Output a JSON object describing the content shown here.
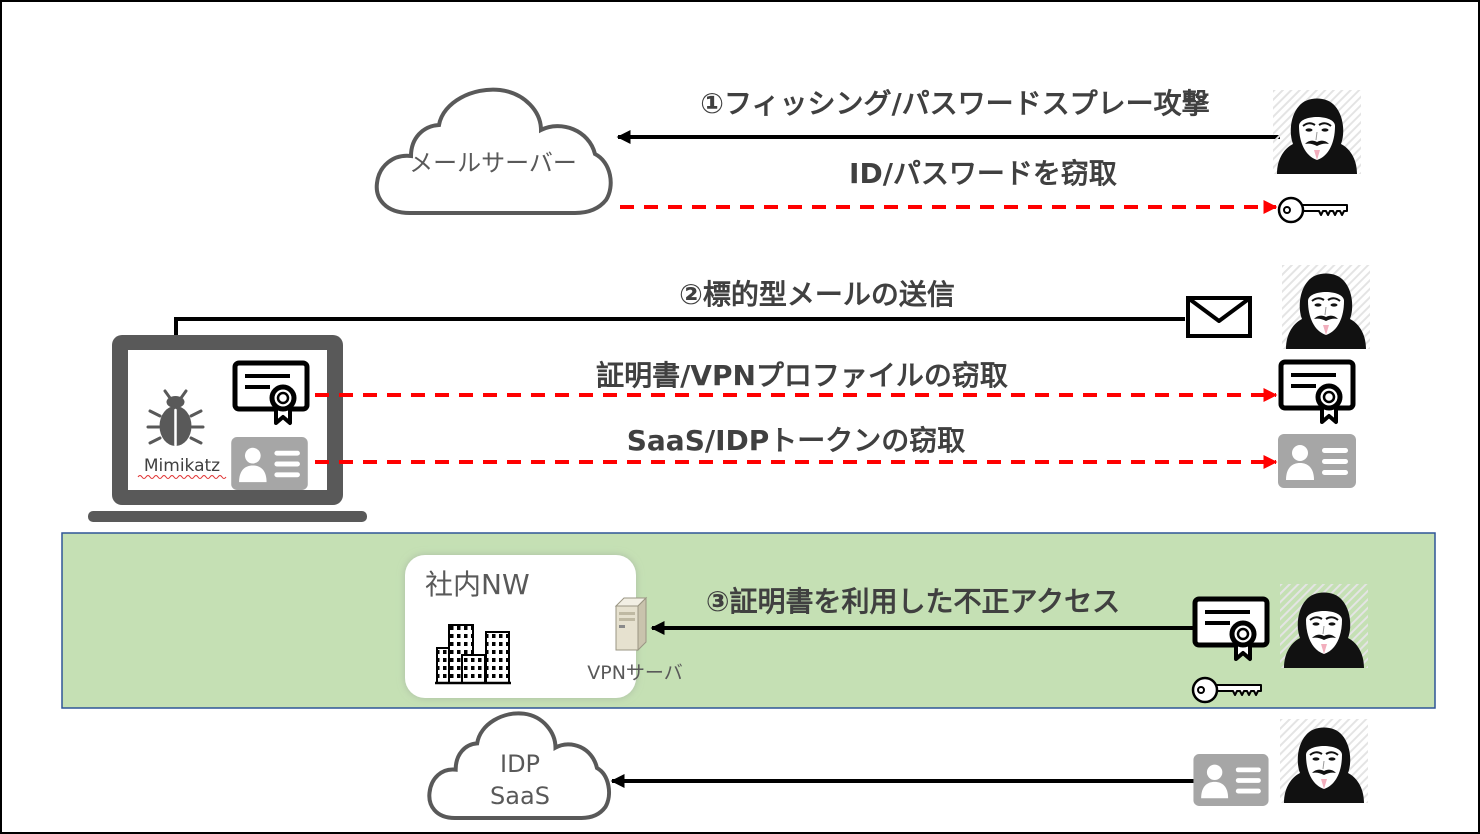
{
  "mail_server": {
    "label": "メールサーバー"
  },
  "step1": {
    "title": "①フィッシング/パスワードスプレー攻撃",
    "result": "ID/パスワードを窃取"
  },
  "step2": {
    "title": "②標的型メールの送信",
    "cert_theft": "証明書/VPNプロファイルの窃取",
    "token_theft": "SaaS/IDPトークンの窃取",
    "malware_label": "Mimikatz"
  },
  "step3": {
    "title": "③証明書を利用した不正アクセス",
    "network_label": "社内NW",
    "server_label": "VPNサーバ"
  },
  "idp_saas": {
    "line1": "IDP",
    "line2": "SaaS"
  },
  "colors": {
    "attack_arrow": "#000000",
    "theft_arrow": "#ff0000",
    "internal_zone": "#c5e0b4",
    "zone_border": "#2f5597",
    "heading_text": "#404040",
    "icon_gray": "#a6a6a6"
  },
  "icons": [
    "cloud-icon",
    "hacker-icon",
    "key-icon",
    "envelope-icon",
    "laptop-icon",
    "bug-icon",
    "certificate-icon",
    "id-card-icon",
    "buildings-icon",
    "server-icon"
  ]
}
